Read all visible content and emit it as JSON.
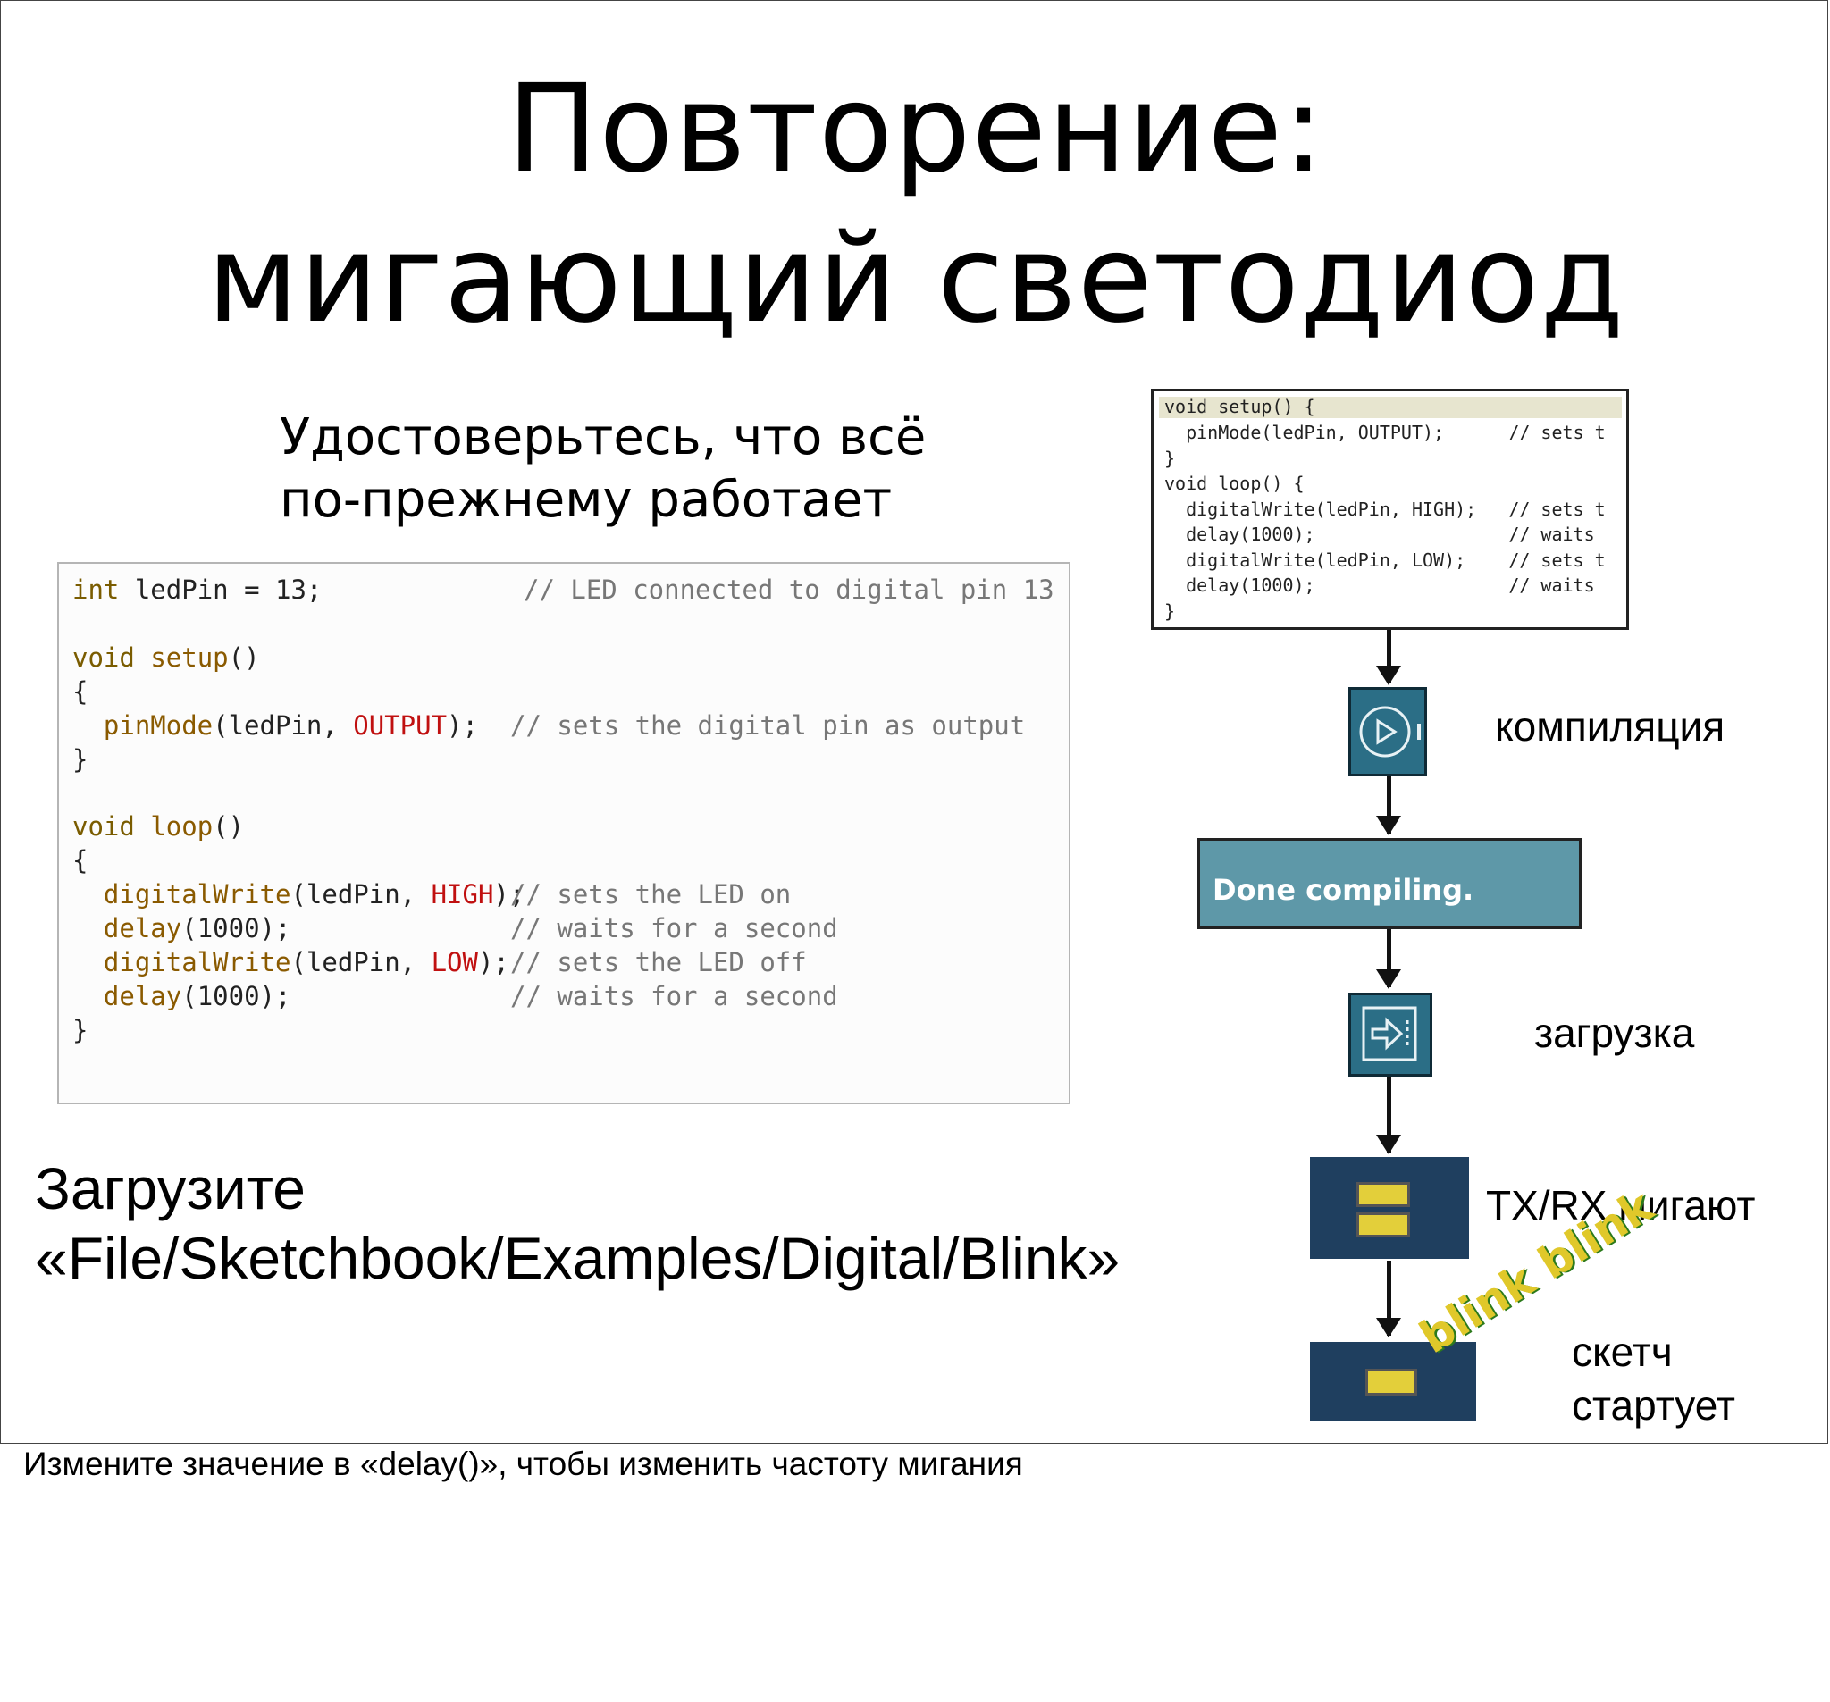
{
  "title": {
    "line1": "Повторение:",
    "line2": "мигающий светодиод"
  },
  "check_text": {
    "line1": "Удостоверьтесь, что всё",
    "line2": "по-прежнему работает"
  },
  "code": {
    "line1": {
      "kw": "int",
      "rest": " ledPin = 13;",
      "comment": "// LED connected to digital pin 13"
    },
    "setup_sig": {
      "kw": "void",
      "fn": "setup",
      "rest": "()"
    },
    "open1": "{",
    "pinmode": {
      "fn": "pinMode",
      "args": "(ledPin, ",
      "const": "OUTPUT",
      "end": ");",
      "comment": "// sets the digital pin as output"
    },
    "close1": "}",
    "loop_sig": {
      "kw": "void",
      "fn": "loop",
      "rest": "()"
    },
    "open2": "{",
    "dw_high": {
      "fn": "digitalWrite",
      "args": "(ledPin, ",
      "const": "HIGH",
      "end": ");",
      "comment": "// sets the LED on"
    },
    "delay1": {
      "fn": "delay",
      "args": "(1000);",
      "comment": "// waits for a second"
    },
    "dw_low": {
      "fn": "digitalWrite",
      "args": "(ledPin, ",
      "const": "LOW",
      "end": ");",
      "comment": "// sets the LED off"
    },
    "delay2": {
      "fn": "delay",
      "args": "(1000);",
      "comment": "// waits for a second"
    },
    "close2": "}"
  },
  "load_text": {
    "line1": "Загрузите",
    "line2": "«File/Sketchbook/Examples/Digital/Blink»"
  },
  "footer": "Измените значение в «delay()», чтобы изменить частоту мигания",
  "mini_code": {
    "l1": "void setup() {",
    "l2": "  pinMode(ledPin, OUTPUT);      // sets t",
    "l3": "}",
    "l4": "void loop() {",
    "l5": "  digitalWrite(ledPin, HIGH);   // sets t",
    "l6": "  delay(1000);                  // waits",
    "l7": "  digitalWrite(ledPin, LOW);    // sets t",
    "l8": "  delay(1000);                  // waits",
    "l9": "}"
  },
  "steps": {
    "compile": "компиляция",
    "done": "Done compiling.",
    "upload": "загрузка",
    "txrx": "TX/RX мигают",
    "blink": "blink blink",
    "sketch_line1": "скетч",
    "sketch_line2": "стартует"
  },
  "icons": {
    "compile": "play-icon",
    "upload": "upload-arrow-icon"
  },
  "colors": {
    "button": "#2b6e86",
    "done_bar": "#5e98a8",
    "led": "#e3cf3a",
    "board": "#1f3f5f"
  }
}
